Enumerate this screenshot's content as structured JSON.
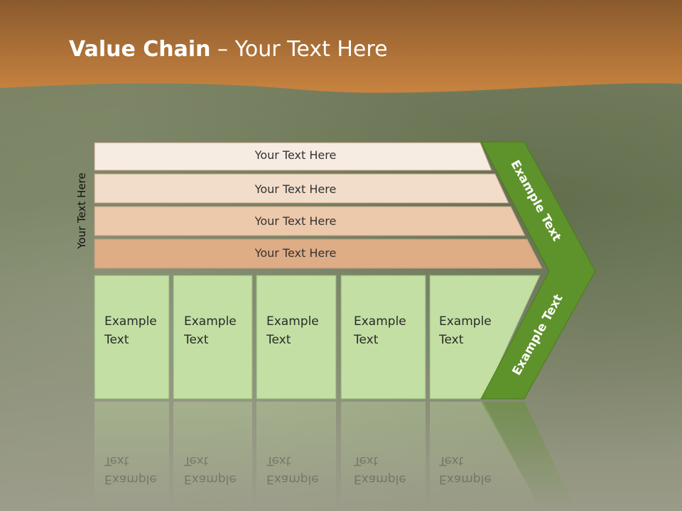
{
  "title": {
    "bold": "Value Chain",
    "rest": " – Your Text Here"
  },
  "side_label": "Your Text Here",
  "rows": [
    "Your Text Here",
    "Your Text Here",
    "Your Text Here",
    "Your Text Here"
  ],
  "cells": [
    {
      "line1": "Example",
      "line2": "Text"
    },
    {
      "line1": "Example",
      "line2": "Text"
    },
    {
      "line1": "Example",
      "line2": "Text"
    },
    {
      "line1": "Example",
      "line2": "Text"
    },
    {
      "line1": "Example",
      "line2": "Text"
    }
  ],
  "arrow_top": "Example Text",
  "arrow_bottom": "Example Text",
  "colors": {
    "header": "#b8753c",
    "row1": "#f7ece2",
    "row2": "#f1ddca",
    "row3": "#ecc9ab",
    "row4": "#deac85",
    "cell": "#c3dfa3",
    "arrow": "#5e922b"
  }
}
